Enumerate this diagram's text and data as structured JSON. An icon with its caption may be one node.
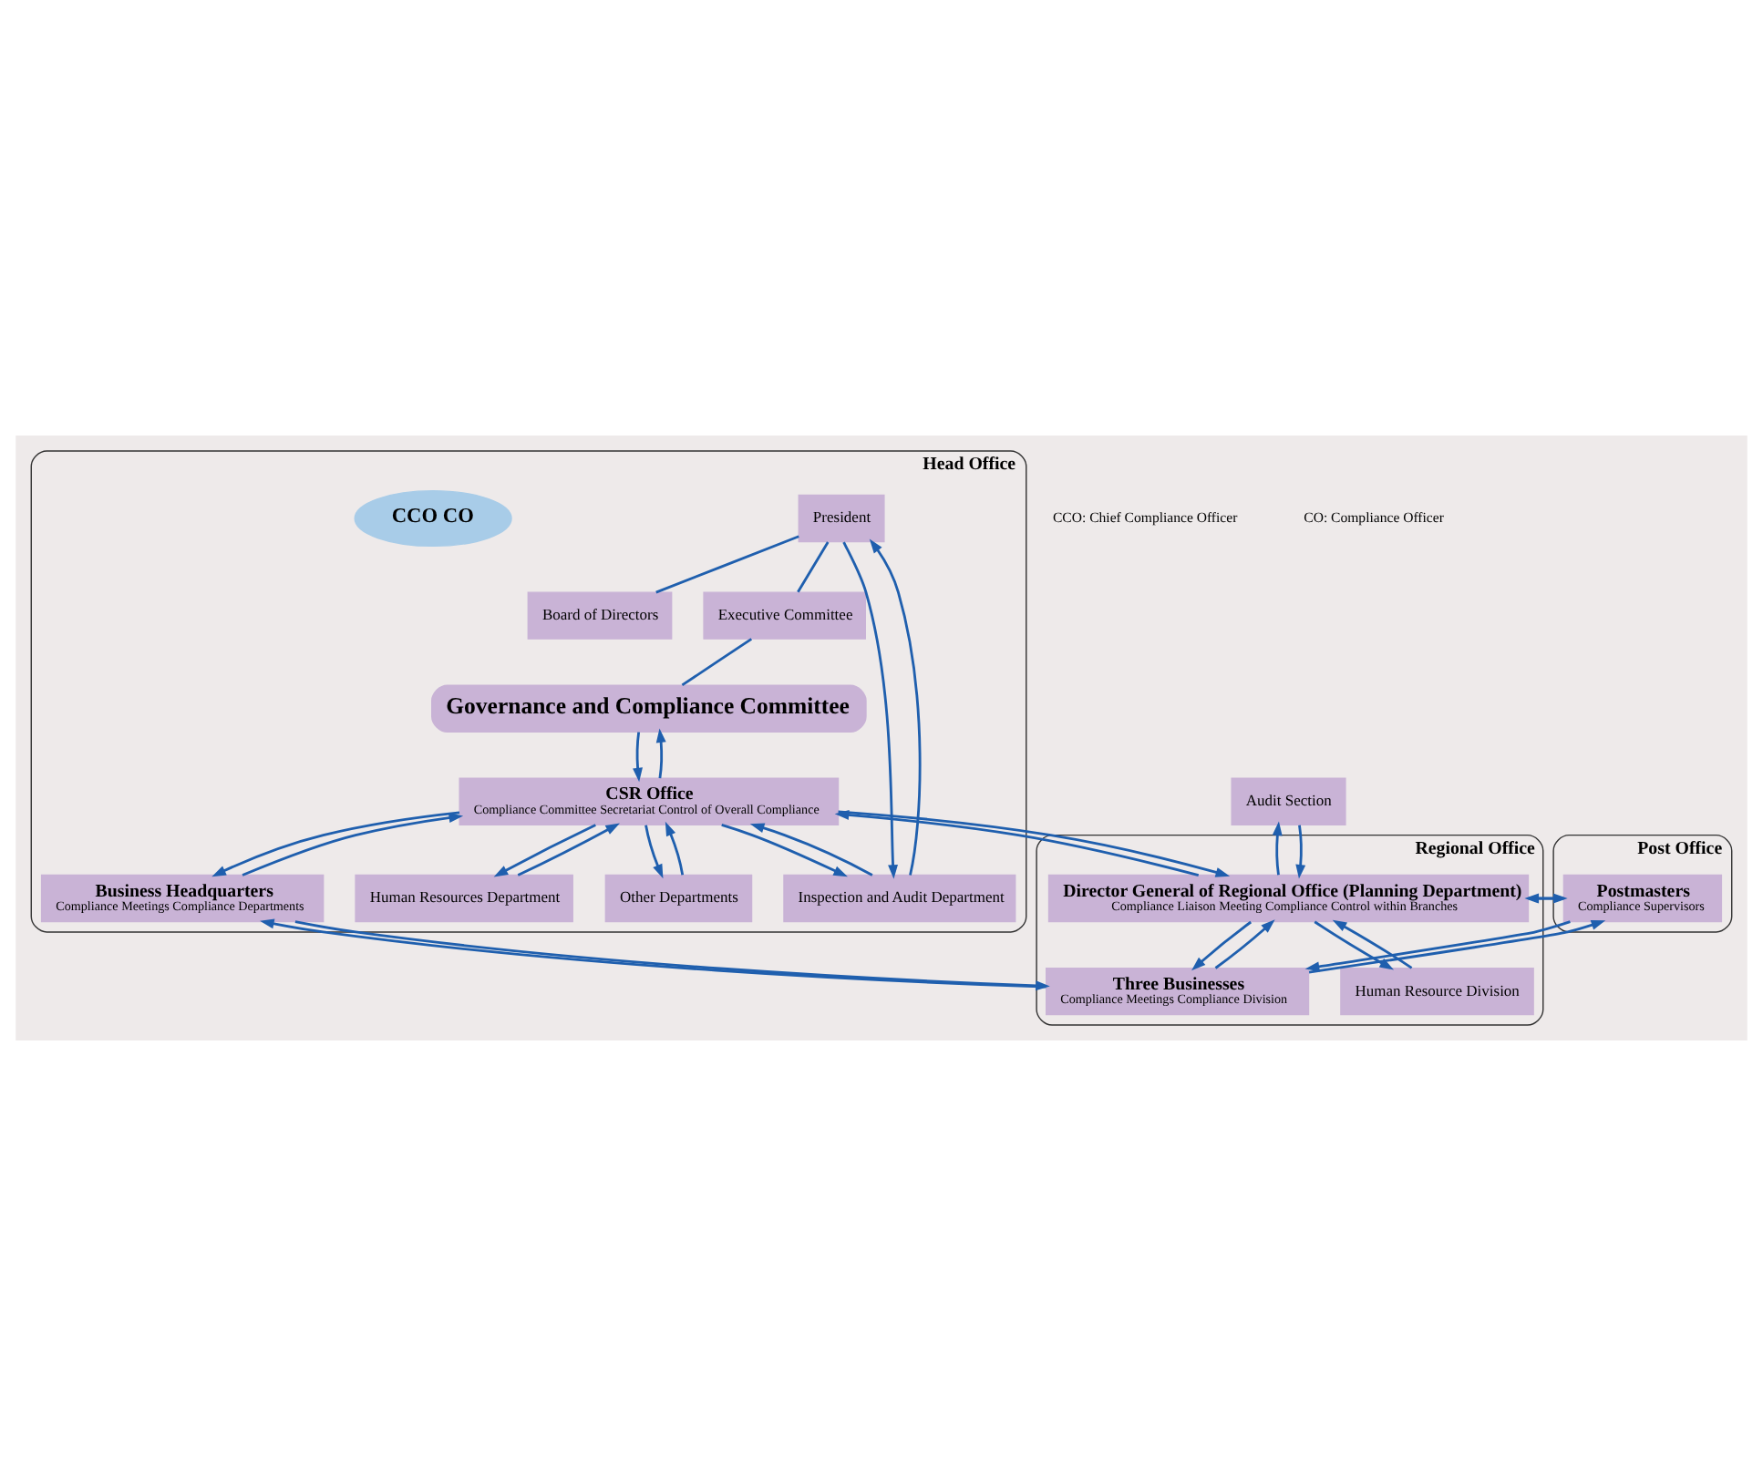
{
  "diagram": {
    "nodes": [
      {
        "text": [
          "Head Office"
        ]
      },
      {
        "text": [
          "President"
        ],
        "in": 0
      },
      {
        "text": [
          "Board of Directors"
        ],
        "in": 0
      },
      {
        "text": [
          "Executive Committee"
        ],
        "in": 0
      },
      {
        "text": [
          "Governance and Compliance Committee"
        ],
        "in": 0
      },
      {
        "text": [
          "CCO CO"
        ],
        "in": 0
      },
      {
        "text": [
          "Inspection and Audit Department"
        ],
        "in": 0
      },
      {
        "text": [
          "Human Resources Department"
        ],
        "in": 0
      },
      {
        "text": [
          "Other Departments"
        ],
        "in": 0
      },
      {
        "text": [
          "CSR Office",
          "Compliance Committee Secretariat Control of Overall Compliance"
        ],
        "in": 0
      },
      {
        "text": [
          "Business Headquarters",
          "Compliance Meetings Compliance Departments"
        ],
        "in": 0
      },
      {
        "text": [
          "Regional Office"
        ]
      },
      {
        "text": [
          "Audit Section"
        ]
      },
      {
        "text": [
          "Director General of Regional Office (Planning Department)",
          "Compliance Liaison Meeting Compliance Control within Branches"
        ],
        "in": 11
      },
      {
        "text": [
          "Three Businesses",
          "Compliance Meetings Compliance Division"
        ],
        "in": 11
      },
      {
        "text": [
          "Human Resource Division"
        ],
        "in": 11
      },
      {
        "text": [
          "Post Office"
        ]
      },
      {
        "text": [
          "Postmasters",
          "Compliance Supervisors"
        ],
        "in": 16
      }
    ],
    "edges": [
      {
        "from": 1,
        "to": 2,
        "arrow": "none"
      },
      {
        "from": 1,
        "to": 3,
        "arrow": "none"
      },
      {
        "from": 3,
        "to": 4,
        "arrow": "none"
      },
      {
        "from": 1,
        "to": 6,
        "arrow": "to"
      },
      {
        "from": 6,
        "to": 1,
        "arrow": "to"
      },
      {
        "from": 9,
        "to": 6,
        "arrow": "to"
      },
      {
        "from": 6,
        "to": 9,
        "arrow": "to"
      },
      {
        "from": 9,
        "to": 7,
        "arrow": "to"
      },
      {
        "from": 7,
        "to": 9,
        "arrow": "to"
      },
      {
        "from": 9,
        "to": 8,
        "arrow": "to"
      },
      {
        "from": 8,
        "to": 9,
        "arrow": "to"
      },
      {
        "from": 4,
        "to": 9,
        "arrow": "to"
      },
      {
        "from": 9,
        "to": 4,
        "arrow": "to"
      },
      {
        "from": 9,
        "to": 10,
        "arrow": "to"
      },
      {
        "from": 10,
        "to": 9,
        "arrow": "to"
      },
      {
        "from": 9,
        "to": 13,
        "arrow": "to"
      },
      {
        "from": 13,
        "to": 9,
        "arrow": "to"
      },
      {
        "from": 10,
        "to": 14,
        "arrow": "to"
      },
      {
        "from": 14,
        "to": 10,
        "arrow": "to"
      },
      {
        "from": 13,
        "to": 12,
        "arrow": "to"
      },
      {
        "from": 12,
        "to": 13,
        "arrow": "to"
      },
      {
        "from": 13,
        "to": 14,
        "arrow": "to"
      },
      {
        "from": 14,
        "to": 13,
        "arrow": "to"
      },
      {
        "from": 13,
        "to": 15,
        "arrow": "to"
      },
      {
        "from": 15,
        "to": 13,
        "arrow": "to"
      },
      {
        "from": 13,
        "to": 17,
        "arrow": "to"
      },
      {
        "from": 17,
        "to": 13,
        "arrow": "to"
      },
      {
        "from": 14,
        "to": 17,
        "arrow": "to"
      },
      {
        "from": 17,
        "to": 14,
        "arrow": "to"
      }
    ],
    "labels": [
      "CCO: Chief Compliance Officer",
      "CO: Compliance Officer"
    ]
  }
}
